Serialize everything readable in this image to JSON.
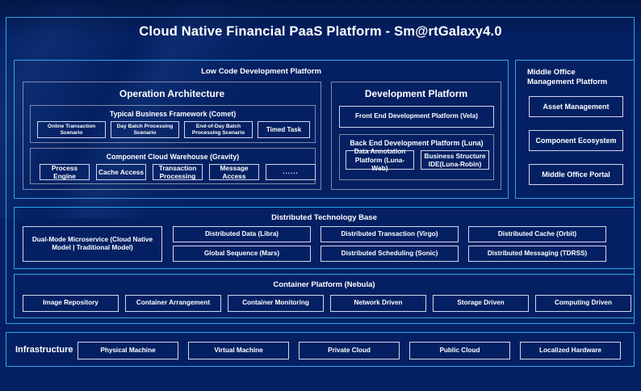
{
  "page": {
    "title": "Cloud Native Financial PaaS Platform - Sm@rtGalaxy4.0",
    "accent_border": "#2ea7e8",
    "background": "#042063",
    "group_border": "#7f8aa6",
    "box_border": "#cfd8ea"
  },
  "low_code": {
    "header": "Low Code Development Platform",
    "operation_architecture": {
      "header": "Operation Architecture",
      "typical_business_framework": {
        "header": "Typical Business Framework (Comet)",
        "items": [
          "Online Transaction Scenario",
          "Day Batch Processing Scenario",
          "End-of-Day Batch Processing Scenario",
          "Timed Task"
        ]
      },
      "component_cloud_warehouse": {
        "header": "Component Cloud Warehouse (Gravity)",
        "items": [
          "Process Engine",
          "Cache Access",
          "Transaction Processing",
          "Message Access",
          "......"
        ]
      }
    },
    "development_platform": {
      "header": "Development Platform",
      "front_end": "Front End Development Platform (Vela)",
      "back_end": {
        "header": "Back End Development Platform (Luna)",
        "items": [
          "Data Annotation Platform (Luna-Web)",
          "Business Structure IDE(Luna-Robin)"
        ]
      }
    }
  },
  "middle_office": {
    "header": "Middle Office Management Platform",
    "items": [
      "Asset Management",
      "Component Ecosystem",
      "Middle Office Portal"
    ]
  },
  "distributed_technology_base": {
    "header": "Distributed Technology Base",
    "dual_mode": "Dual-Mode Microservice (Cloud Native Model | Traditional Model)",
    "items": [
      "Distributed Data (Libra)",
      "Global Sequence (Mars)",
      "Distributed Transaction (Virgo)",
      "Distributed Scheduling (Sonic)",
      "Distributed Cache (Orbit)",
      "Distributed Messaging (TDRSS)"
    ]
  },
  "container_platform": {
    "header": "Container Platform (Nebula)",
    "items": [
      "Image Repository",
      "Container Arrangement",
      "Container Monitoring",
      "Network Driven",
      "Storage Driven",
      "Computing Driven"
    ]
  },
  "infrastructure": {
    "label": "Infrastructure",
    "items": [
      "Physical Machine",
      "Virtual Machine",
      "Private Cloud",
      "Public Cloud",
      "Localized Hardware"
    ]
  }
}
